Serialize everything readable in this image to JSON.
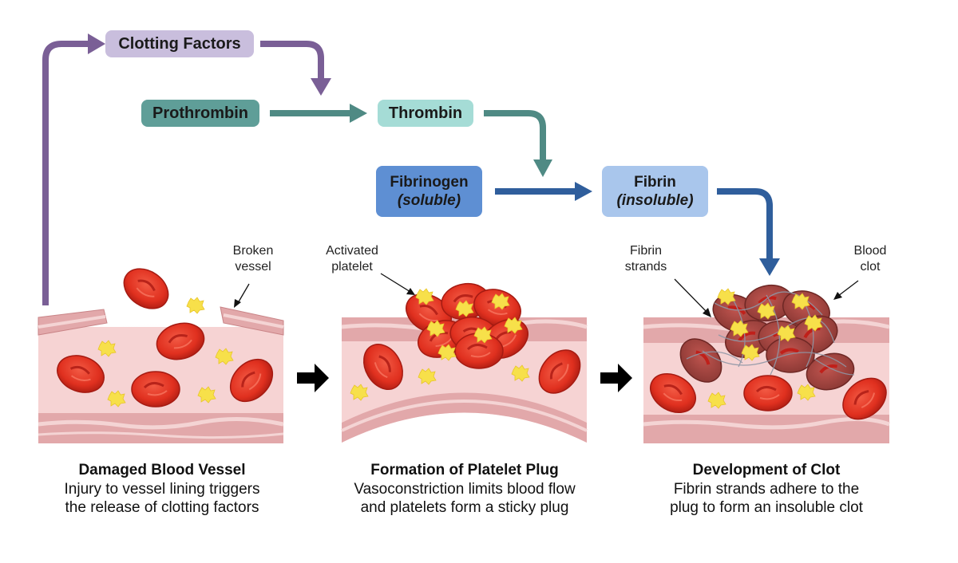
{
  "colors": {
    "clotting": "#c9bedd",
    "clotting_arrow": "#7a5f96",
    "prothrombin": "#5f9e98",
    "thrombin": "#a5dcd6",
    "teal_arrow": "#4f8a84",
    "fibrinogen": "#5e8fd3",
    "fibrin": "#a9c6ec",
    "blue_arrow": "#2f5e9c",
    "vessel_wall": "#e2a8aa",
    "vessel_lumen": "#f6d3d3",
    "rbc": "#e03a2a",
    "platelet": "#f7e04a"
  },
  "nodes": {
    "clotting_factors": {
      "label": "Clotting Factors"
    },
    "prothrombin": {
      "label": "Prothrombin"
    },
    "thrombin": {
      "label": "Thrombin"
    },
    "fibrinogen": {
      "label": "Fibrinogen",
      "sub": "(soluble)"
    },
    "fibrin": {
      "label": "Fibrin",
      "sub": "(insoluble)"
    }
  },
  "annotations": {
    "broken_vessel": [
      "Broken",
      "vessel"
    ],
    "activated_platelet": [
      "Activated",
      "platelet"
    ],
    "fibrin_strands": [
      "Fibrin",
      "strands"
    ],
    "blood_clot": [
      "Blood",
      "clot"
    ]
  },
  "stages": [
    {
      "title": "Damaged Blood Vessel",
      "lines": [
        "Injury to vessel lining triggers",
        "the release of clotting factors"
      ]
    },
    {
      "title": "Formation of Platelet Plug",
      "lines": [
        "Vasoconstriction limits blood flow",
        "and platelets form a sticky plug"
      ]
    },
    {
      "title": "Development of Clot",
      "lines": [
        "Fibrin strands adhere to the",
        "plug to form an insoluble clot"
      ]
    }
  ]
}
